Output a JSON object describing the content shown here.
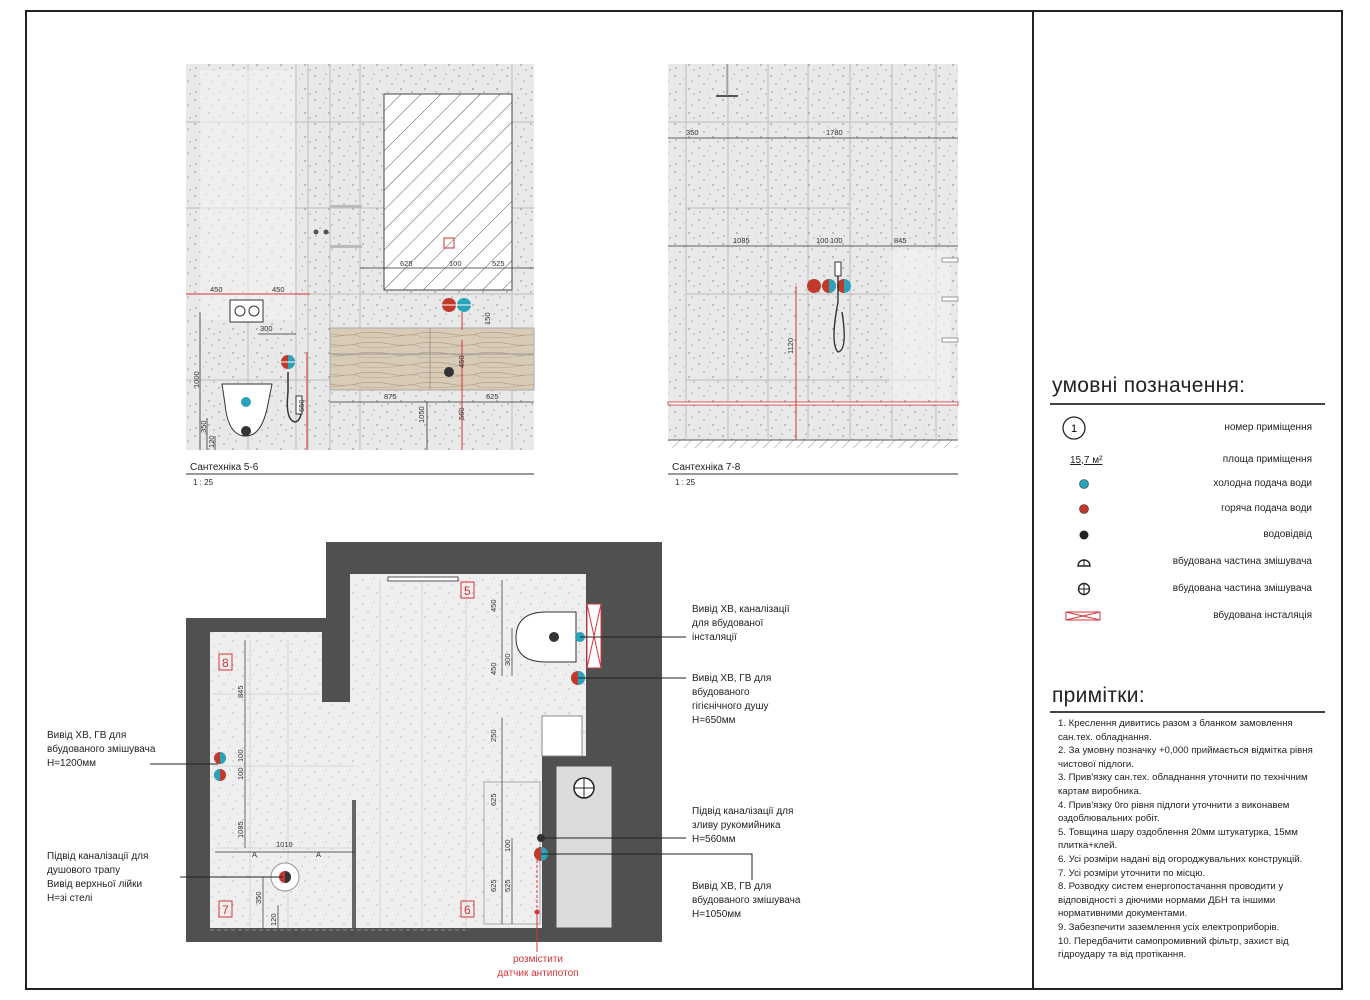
{
  "views": {
    "v1": {
      "title": "Сантехніка 5-6",
      "scale": "1 : 25"
    },
    "v2": {
      "title": "Сантехніка 7-8",
      "scale": "1 : 25"
    }
  },
  "dims_v1": {
    "d450a": "450",
    "d450b": "450",
    "d300": "300",
    "d625": "625",
    "d100": "100",
    "d525": "525",
    "d150": "150",
    "d1000": "1000",
    "d350": "350",
    "d120": "120",
    "d650": "650",
    "d875": "875",
    "d1050": "1050",
    "d560": "560",
    "d625b": "625",
    "d450c": "450"
  },
  "dims_v2": {
    "d350": "350",
    "d1780": "1780",
    "d1085": "1085",
    "d100a": "100",
    "d100b": "100",
    "d845": "845",
    "d1120": "1120"
  },
  "plan": {
    "rooms": [
      "5",
      "6",
      "7",
      "8"
    ],
    "dims": {
      "d450a": "450",
      "d300": "300",
      "d450b": "450",
      "d250": "250",
      "d625a": "625",
      "d100": "100",
      "d625b": "625",
      "d525": "525",
      "d845": "845",
      "d100a": "100",
      "d100b": "100",
      "d1085": "1085",
      "d1010": "1010",
      "d350": "350",
      "d120": "120",
      "A1": "A",
      "A2": "A"
    },
    "callouts": {
      "c1": [
        "Вивід ХВ, каналізації",
        "для вбудованої",
        "інсталяції"
      ],
      "c2": [
        "Вивід ХВ, ГВ для",
        "вбудованого",
        "гігієнічного душу",
        "H=650мм"
      ],
      "c3": [
        "Підвід каналізації для",
        "зливу рукомийника",
        "H=560мм"
      ],
      "c4": [
        "Вивід ХВ, ГВ для",
        "вбудованого змішувача",
        "H=1050мм"
      ],
      "c5": [
        "Вивід ХВ, ГВ для",
        "вбудованого змішувача",
        "H=1200мм"
      ],
      "c6": [
        "Підвід каналізації для",
        "душового трапу",
        "Вивід верхньої лійки",
        "H=зі стелі"
      ],
      "c7": [
        "розмістити",
        "датчик антипотоп"
      ]
    }
  },
  "legend": {
    "title": "умовні позначення:",
    "items": [
      {
        "icon": "room-number-symbol",
        "symbol_text": "1",
        "label": "номер приміщення"
      },
      {
        "icon": "room-area-symbol",
        "symbol_text": "15,7 м²",
        "label": "площа приміщення"
      },
      {
        "icon": "cold-water-symbol",
        "label": "холодна подача води",
        "color": "#2aa3b8"
      },
      {
        "icon": "hot-water-symbol",
        "label": "горяча подача води",
        "color": "#c0392b"
      },
      {
        "icon": "drain-symbol",
        "label": "водовідвід",
        "color": "#222222"
      },
      {
        "icon": "mixer-half-symbol",
        "label": "вбудована частина змішувача"
      },
      {
        "icon": "mixer-full-symbol",
        "label": "вбудована частина змішувача"
      },
      {
        "icon": "installation-symbol",
        "label": "вбудована інсталяція",
        "color": "#d9343a"
      }
    ]
  },
  "notes": {
    "title": "примітки:",
    "items": [
      "1. Креслення дивитись разом з бланком замовлення сан.тех. обладнання.",
      "2. За умовну позначку +0,000 приймається відмітка рівня чистової підлоги.",
      "3. Прив'язку сан.тех. обладнання уточнити по технічним картам виробника.",
      "4. Прив'язку 0го рівня підлоги уточнити з виконавем оздоблювальних робіт.",
      "5. Товщина шару оздоблення 20мм штукатурка, 15мм плитка+клей.",
      "6. Усі розміри надані від огороджувальних конструкцій.",
      "7. Усі розміри уточнити по місцю.",
      "8. Розводку систем енергопостачання проводити у відповідності з діючими нормами ДБН та іншими нормативними документами.",
      "9. Забезпечити заземлення усіх електроприборів.",
      "10. Передбачити самопромивний фільтр, захист від гідроудару та від протікання."
    ]
  },
  "colors": {
    "cold": "#2aa3b8",
    "hot": "#c0392b",
    "drain": "#333333",
    "dim_red": "#d9343a",
    "wall": "#505050"
  }
}
